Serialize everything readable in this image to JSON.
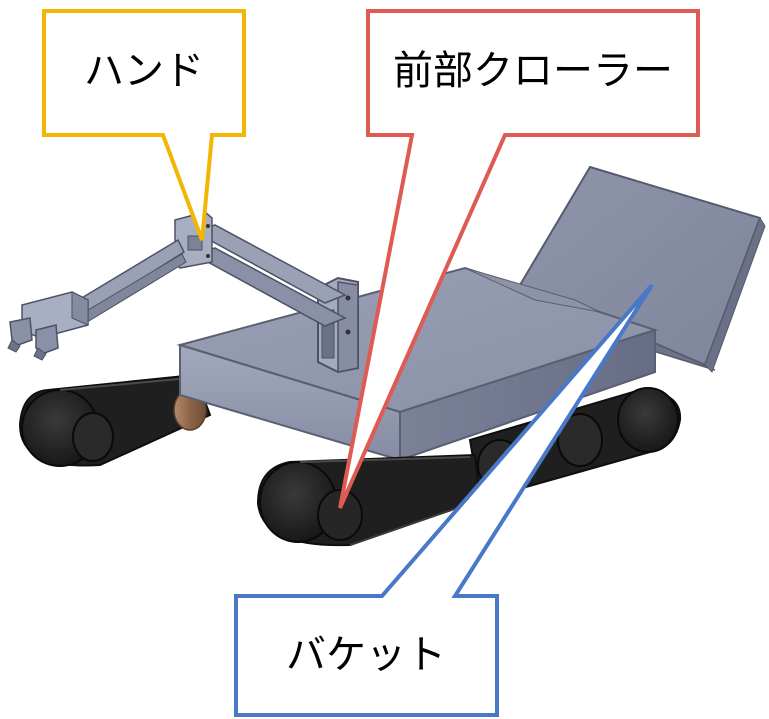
{
  "labels": {
    "hand": "ハンド",
    "front_crawler": "前部クローラー",
    "bucket": "バケット"
  },
  "colors": {
    "hand_callout": "#f2b705",
    "front_crawler_callout": "#dd5b52",
    "bucket_callout": "#4a78c8"
  }
}
